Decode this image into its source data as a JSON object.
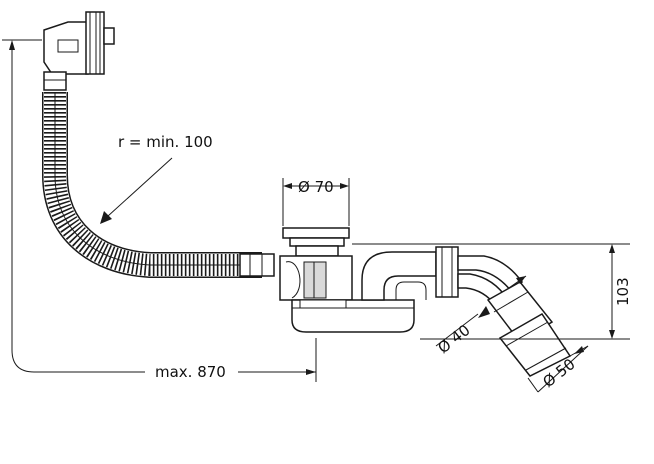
{
  "labels": {
    "radius": "r = min. 100",
    "max_length": "max. 870",
    "outlet_diameter": "Ø 70",
    "height": "103",
    "pipe_40": "Ø 40",
    "pipe_50": "Ø 50"
  }
}
